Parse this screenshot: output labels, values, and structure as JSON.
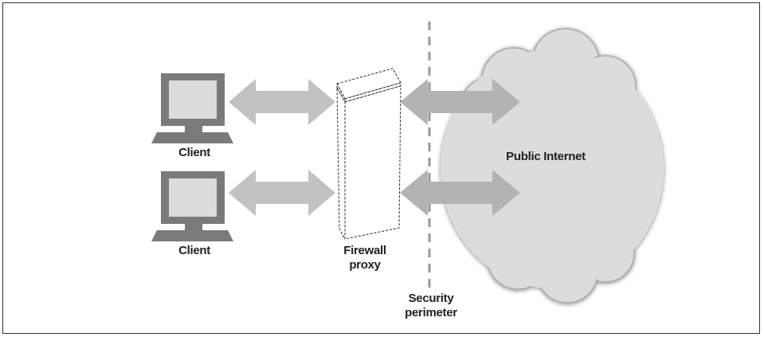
{
  "diagram": {
    "client_label_1": "Client",
    "client_label_2": "Client",
    "firewall_label": "Firewall\nproxy",
    "perimeter_label": "Security\nperimeter",
    "internet_label": "Public Internet"
  }
}
